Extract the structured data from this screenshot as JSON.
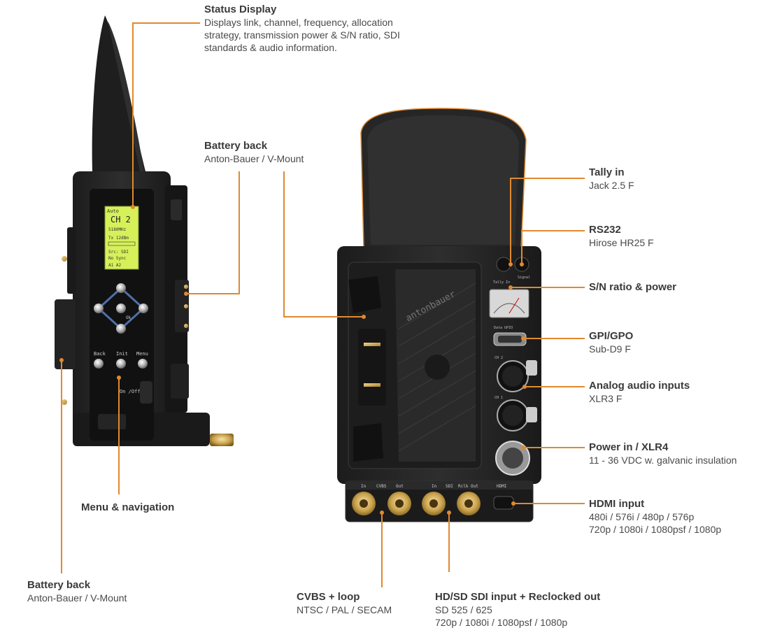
{
  "accent": "#e0892f",
  "callouts": {
    "status_display": {
      "title": "Status Display",
      "lines": [
        "Displays link, channel, frequency, allocation",
        "strategy, transmission power & S/N ratio, SDI",
        "standards & audio information."
      ]
    },
    "battery_back_top": {
      "title": "Battery back",
      "lines": [
        "Anton-Bauer / V-Mount"
      ]
    },
    "menu_nav": {
      "title": "Menu & navigation",
      "lines": []
    },
    "battery_back_bottom": {
      "title": "Battery back",
      "lines": [
        "Anton-Bauer / V-Mount"
      ]
    },
    "tally_in": {
      "title": "Tally in",
      "lines": [
        "Jack 2.5 F"
      ]
    },
    "rs232": {
      "title": "RS232",
      "lines": [
        "Hirose HR25 F"
      ]
    },
    "sn_ratio": {
      "title": "S/N ratio & power",
      "lines": []
    },
    "gpi_gpo": {
      "title": "GPI/GPO",
      "lines": [
        "Sub-D9 F"
      ]
    },
    "analog_audio": {
      "title": "Analog audio inputs",
      "lines": [
        "XLR3 F"
      ]
    },
    "power_in": {
      "title": "Power in / XLR4",
      "lines": [
        "11 - 36 VDC w. galvanic insulation"
      ]
    },
    "hdmi_input": {
      "title": "HDMI input",
      "lines": [
        "480i / 576i / 480p / 576p",
        "720p / 1080i / 1080psf / 1080p"
      ]
    },
    "cvbs_loop": {
      "title": "CVBS + loop",
      "lines": [
        "NTSC / PAL / SECAM"
      ]
    },
    "sdi_input": {
      "title": "HD/SD SDI input + Reclocked out",
      "lines": [
        "SD 525 / 625",
        "720p / 1080i / 1080psf / 1080p"
      ]
    }
  },
  "lcd": {
    "l1": "Auto",
    "l2": "CH 2",
    "l3": "5180MHz",
    "l4": "Tx 12dBm",
    "l5": "Src: SDI",
    "l6": "No Sync",
    "l7": "A1 A2"
  },
  "buttons": {
    "back": "Back",
    "init": "Init",
    "menu": "Menu",
    "ok": "Ok",
    "onoff": "On /Off"
  },
  "rear_labels": {
    "in1": "In",
    "cvbs": "CVBS",
    "out1": "Out",
    "in2": "In",
    "sdi": "SDI",
    "rclk": "Rclk Out",
    "hdmi": "HDMI",
    "tally": "Tally In",
    "signal": "Signal",
    "gpio": "Data GPIO",
    "ch2": "CH 2",
    "ch1": "CH 1",
    "brand": "antonbauer"
  }
}
